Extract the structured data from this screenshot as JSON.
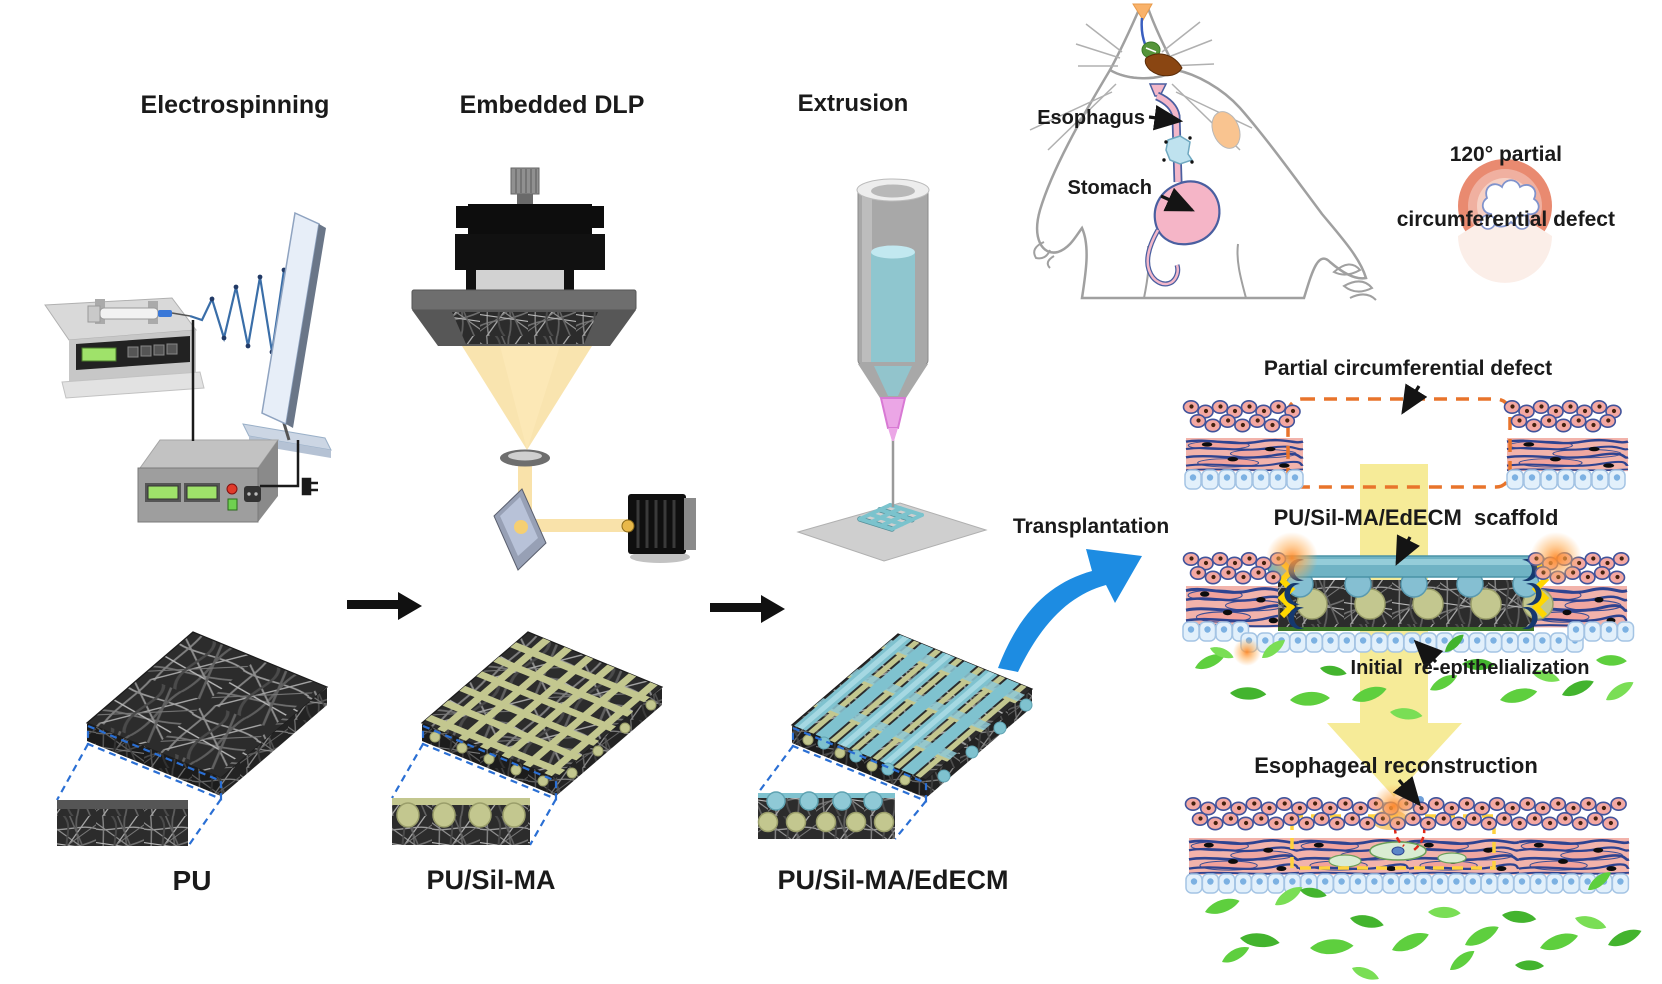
{
  "titles": {
    "electrospinning": "Electrospinning",
    "embedded_dlp": "Embedded DLP",
    "extrusion": "Extrusion"
  },
  "products": {
    "pu": "PU",
    "pu_sil_ma": "PU/Sil-MA",
    "pu_sil_ma_edecm": "PU/Sil-MA/EdECM"
  },
  "anatomy": {
    "esophagus": "Esophagus",
    "stomach": "Stomach",
    "defect_line1": "120° partial",
    "defect_line2": "circumferential defect"
  },
  "transplantation": {
    "label": "Transplantation"
  },
  "repair_sequence": {
    "defect": "Partial circumferential defect",
    "scaffold": "PU/Sil-MA/EdECM  scaffold",
    "reepithelialization": "Initial  re-epithelialization",
    "reconstruction": "Esophageal reconstruction"
  },
  "colors": {
    "silma_olive": "#c3c78f",
    "edecm_teal": "#7fc2cf",
    "tissue_pink": "#f2a39e",
    "tissue_navy": "#2e4390",
    "epithelium_blue": "#e2f0fb",
    "cell_green": "#5ecf3e",
    "defect_dash_orange": "#e8742b",
    "progress_arrow_yellow": "#f5e98f",
    "transplant_arrow_blue": "#1d8ce2"
  }
}
